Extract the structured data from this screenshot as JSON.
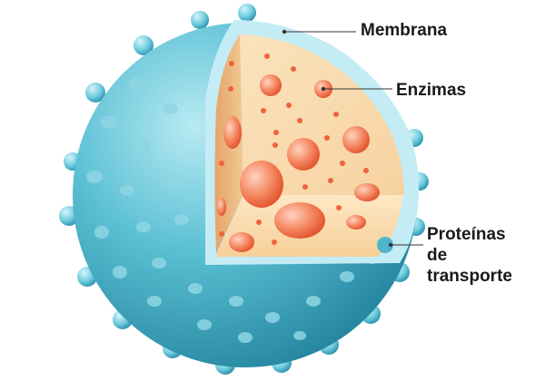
{
  "labels": {
    "membrane": "Membrana",
    "enzymes": "Enzimas",
    "transport_proteins": [
      "Proteínas",
      "de",
      "transporte"
    ]
  },
  "colors": {
    "membrane_outer": "#5bc0d4",
    "membrane_shade": "#2d8fa8",
    "membrane_rim": "#c4ecf4",
    "cytoplasm": "#f8d9a8",
    "cytoplasm_dark": "#e9b57c",
    "organelle": "#f26d4a",
    "leader_line": "#333333",
    "label_text": "#1a1a1a"
  }
}
